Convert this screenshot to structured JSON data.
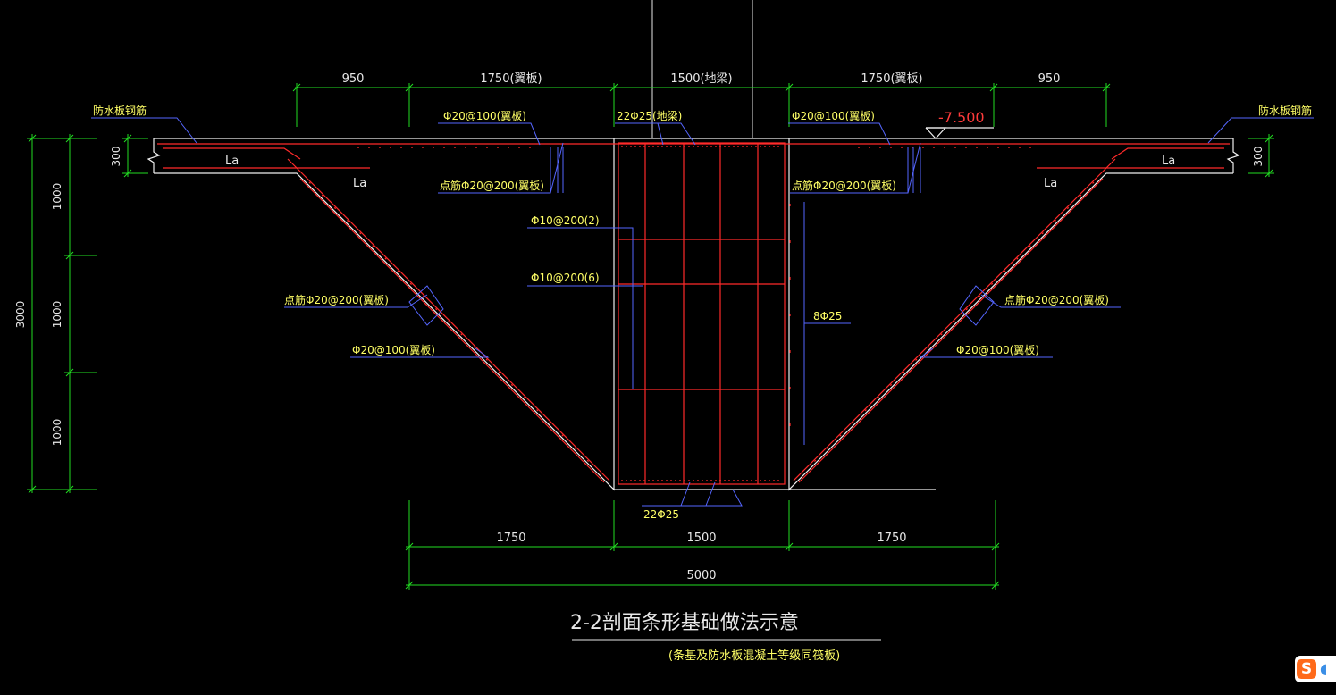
{
  "drawing": {
    "title": "2-2剖面条形基础做法示意",
    "subtitle": "(条基及防水板混凝土等级同筏板)",
    "elevation": "-7.500",
    "top_dims": [
      "950",
      "1750(翼板)",
      "1500(地梁)",
      "1750(翼板)",
      "950"
    ],
    "bottom_dims": [
      "1750",
      "1500",
      "1750"
    ],
    "bottom_total": "5000",
    "left_dims": [
      "1000",
      "1000",
      "1000"
    ],
    "left_total": "3000",
    "slab_thickness_left": "300",
    "slab_thickness_right": "300",
    "labels": {
      "slab_rebar_left": "防水板钢筋",
      "slab_rebar_right": "防水板钢筋",
      "wing_top_left": "Φ20@100(翼板)",
      "wing_top_right": "Φ20@100(翼板)",
      "beam_top": "22Φ25(地梁)",
      "dist_top_left": "点筋Φ20@200(翼板)",
      "dist_top_right": "点筋Φ20@200(翼板)",
      "stirrup_2": "Φ10@200(2)",
      "stirrup_6": "Φ10@200(6)",
      "side_bars": "8Φ25",
      "dist_slope_left": "点筋Φ20@200(翼板)",
      "dist_slope_right": "点筋Φ20@200(翼板)",
      "slope_rebar_left": "Φ20@100(翼板)",
      "slope_rebar_right": "Φ20@100(翼板)",
      "beam_bottom": "22Φ25",
      "la_1": "La",
      "la_2": "La",
      "la_3": "La",
      "la_4": "La"
    }
  },
  "ime_badge": {
    "letter": "S",
    "icon": "sogou-ime-icon"
  },
  "colors": {
    "background": "#000000",
    "dimension": "#22dd22",
    "concrete": "#ffffff",
    "rebar": "#ff2a2a",
    "leader": "#4a5cff",
    "text_label": "#ffff66",
    "elevation": "#ff4040"
  }
}
